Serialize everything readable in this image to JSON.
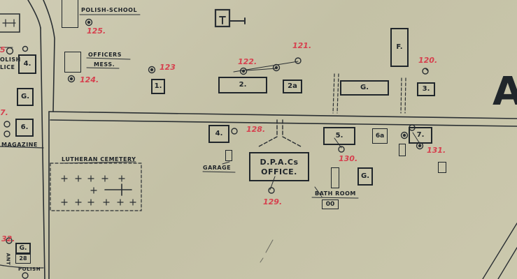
{
  "labels": {
    "polish_school": "POLISH-SCHOOL",
    "officers_mess_1": "OFFICERS",
    "officers_mess_2": "MESS.",
    "polish_police_fragment": "OLISH",
    "police_fragment": "LICE",
    "magazine_fragment": "MAGAZINE",
    "lutheran_cemetery": "LUTHERAN CEMETERY",
    "garage": "GARAGE",
    "bath_room": "BATH ROOM",
    "dpacs_line1": "D.P.A.Cs",
    "dpacs_line2": "OFFICE.",
    "left_bottom_fragment": "POLISH",
    "left_side_fragment": "ANT"
  },
  "numbers": {
    "n125": "125.",
    "n124": "124.",
    "n123": "123",
    "n122": "122.",
    "n121": "121.",
    "n120": "120.",
    "n128": "128.",
    "n130": "130.",
    "n131": "131.",
    "n129": "129.",
    "n32": "32.",
    "n27_fragment": "7.",
    "n5_fragment": "5"
  },
  "buildings": {
    "b1": "1.",
    "b2": "2.",
    "b2a": "2a",
    "bG_top": "G.",
    "b3": "3.",
    "bF": "F.",
    "b4_left": "4.",
    "bG_left": "G.",
    "b6_left": "6.",
    "b4": "4.",
    "b5": "5.",
    "b6a": "6a",
    "b7": "7.",
    "bG_mid": "G.",
    "b00": "00",
    "bG_bottom": "G.",
    "b28": "28"
  },
  "big_letter": "A",
  "colors": {
    "ink": "#20262b",
    "red": "#d6404e",
    "paper": "#cbc8ad"
  }
}
